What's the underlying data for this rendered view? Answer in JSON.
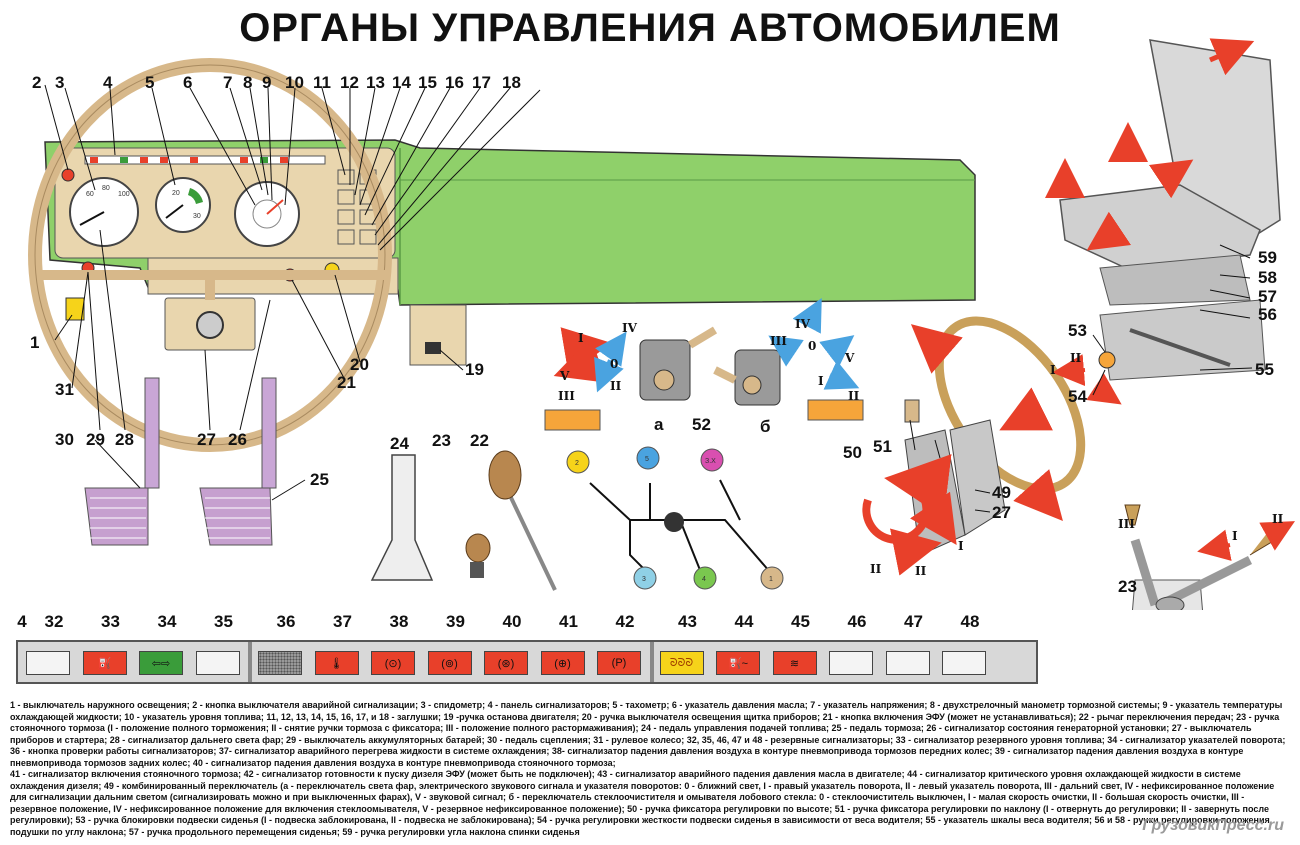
{
  "title": "ОРГАНЫ УПРАВЛЕНИЯ АВТОМОБИЛЕМ",
  "colors": {
    "dashboard": "#8fd06a",
    "wheel": "#d7b88a",
    "pedal_shaft": "#c9a6d6",
    "pedal": "#c6a0cf",
    "panel": "#d8d8d8",
    "arrow_red": "#e8402a",
    "arrow_blue": "#4aa3e0"
  },
  "gauge_ticks": {
    "speed_a": "60",
    "speed_b": "80",
    "speed_c": "100",
    "tacho_a": "20",
    "tacho_b": "30"
  },
  "callouts": {
    "n1": "1",
    "n2": "2",
    "n3": "3",
    "n4": "4",
    "n5": "5",
    "n6": "6",
    "n7": "7",
    "n8": "8",
    "n9": "9",
    "n10": "10",
    "n11": "11",
    "n12": "12",
    "n13": "13",
    "n14": "14",
    "n15": "15",
    "n16": "16",
    "n17": "17",
    "n18": "18",
    "n19": "19",
    "n20": "20",
    "n21": "21",
    "n22": "22",
    "n23a": "23",
    "n23b": "23",
    "n24": "24",
    "n25": "25",
    "n26": "26",
    "n27a": "27",
    "n27b": "27",
    "n28": "28",
    "n29": "29",
    "n30": "30",
    "n31": "31",
    "n49": "49",
    "n50": "50",
    "n51": "51",
    "n52": "52",
    "n53": "53",
    "n54": "54",
    "n55": "55",
    "n56": "56",
    "n57": "57",
    "n58": "58",
    "n59": "59"
  },
  "gear_labels": {
    "g1": "1",
    "g2": "2",
    "g3": "3",
    "g4": "4",
    "g5": "5",
    "rx": "З.Х"
  },
  "switch_labels": {
    "a_I": "I",
    "a_II": "II",
    "a_III": "III",
    "a_IV": "IV",
    "a_V": "V",
    "a_0": "0",
    "a_letter": "а",
    "b_I": "I",
    "b_II": "II",
    "b_III": "III",
    "b_IV": "IV",
    "b_V": "V",
    "b_0": "0",
    "b_letter": "б"
  },
  "column_labels": {
    "c_I": "I",
    "c_II1": "II",
    "c_II2": "II",
    "c_I2": "I"
  },
  "seat_labels": {
    "s_I": "I",
    "s_II": "II"
  },
  "lever_labels": {
    "l_I": "I",
    "l_II": "II",
    "l_III": "III"
  },
  "lamps": [
    {
      "num": "4",
      "style": "none"
    },
    {
      "num": "32",
      "style": "plain"
    },
    {
      "num": "33",
      "style": "red",
      "icon": "⛽"
    },
    {
      "num": "34",
      "style": "green",
      "icon": "⇦⇨"
    },
    {
      "num": "35",
      "style": "plain"
    },
    {
      "num": "36",
      "style": "dots"
    },
    {
      "num": "37",
      "style": "red",
      "icon": "🌡"
    },
    {
      "num": "38",
      "style": "red",
      "icon": "(⊙)"
    },
    {
      "num": "39",
      "style": "red",
      "icon": "(⊚)"
    },
    {
      "num": "40",
      "style": "red",
      "icon": "(⊛)"
    },
    {
      "num": "41",
      "style": "red",
      "icon": "(⊕)"
    },
    {
      "num": "42",
      "style": "red",
      "icon": "(P)"
    },
    {
      "num": "43",
      "style": "yellow",
      "icon": "ᘐᘐᘐ"
    },
    {
      "num": "44",
      "style": "red",
      "icon": "⛽~"
    },
    {
      "num": "45",
      "style": "red",
      "icon": "≋"
    },
    {
      "num": "46",
      "style": "plain"
    },
    {
      "num": "47",
      "style": "plain"
    },
    {
      "num": "48",
      "style": "plain"
    }
  ],
  "legend": [
    "1 - выключатель наружного освещения; 2 - кнопка выключателя аварийной сигнализации; 3 - спидометр; 4 - панель сигнализаторов; 5 - тахометр; 6 - указатель давления масла; 7 - указатель напряжения; 8 - двухстрелочный манометр тормозной системы; 9 - указатель температуры охлаждающей жидкости; 10 - указатель уровня топлива; 11, 12, 13, 14, 15, 16, 17, и 18 - заглушки; 19 -ручка останова двигателя; 20 - ручка выключателя освещения щитка приборов; 21 - кнопка включения ЭФУ (может не устанавливаться); 22 - рычаг переключения передач; 23 - ручка стояночного тормоза (I - положение полного торможения; II - снятие ручки тормоза с фиксатора; III - положение полного растормаживания); 24 - педаль управления подачей топлива; 25 - педаль тормоза; 26 - сигнализатор состояния генераторной установки; 27 - выключатель приборов и стартера; 28 - сигнализатор дальнего света фар; 29 - выключатель аккумуляторных батарей; 30 - педаль сцепления; 31 - рулевое колесо; 32, 35, 46, 47 и 48 - резервные сигнализаторы; 33 - сигнализатор резервного уровня топлива; 34 - сигнализатор указателей поворота; 36 - кнопка проверки работы сигнализаторов; 37- сигнализатор аварийного перегрева жидкости в системе охлаждения; 38- сигнализатор падения давления воздуха в контуре пневмопривода тормозов передних колес; 39 - сигнализатор падения давления воздуха в контуре пневмопривода тормозов задних колес; 40 - сигнализатор падения давления воздуха в контуре пневмопривода стояночного тормоза;",
    "41 - сигнализатор включения стояночного тормоза; 42 - сигнализатор готовности к пуску дизеля ЭФУ (может быть не подключен); 43 - сигнализатор аварийного падения давления масла в двигателе; 44 - сигнализатор критического уровня охлаждающей жидкости в системе охлаждения дизеля; 49 - комбинированный переключатель (а - переключатель света фар, электрического звукового сигнала и указателя поворотов: 0 - ближний свет, I - правый указатель поворота, II - левый указатель поворота, III - дальний свет, IV - нефиксированное положение для сигнализации дальним светом (сигнализировать можно и при выключенных фарах), V - звуковой сигнал; б - переключатель стеклоочистителя и омывателя лобового стекла: 0 - стеклоочиститель выключен, I - малая скорость очистки, II - большая скорость очистки, III - резервное положение, IV - нефиксированное положение для включения стеклоомывателя, V - резервное нефиксированное положение); 50 - ручка фиксатора регулировки по высоте; 51 - ручка фиксатора регулировки по наклону (I - отвернуть до регулировки; II - завернуть после регулировки); 53 - ручка блокировки подвески сиденья (I - подвеска заблокирована, II - подвеска не заблокирована); 54 - ручка регулировки жесткости подвески сиденья в зависимости от веса водителя; 55 - указатель шкалы веса водителя; 56 и 58 - ручки регулировки положения подушки по углу наклона; 57 - ручка продольного перемещения сиденья; 59 - ручка регулировки угла наклона спинки сиденья"
  ],
  "watermark": "ГрузовикПресс.ru"
}
